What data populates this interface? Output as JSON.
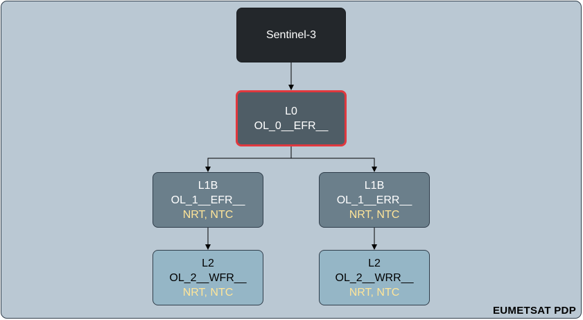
{
  "diagram": {
    "root": {
      "label": "Sentinel-3"
    },
    "l0": {
      "level": "L0",
      "product": "OL_0__EFR__"
    },
    "l1b_left": {
      "level": "L1B",
      "product": "OL_1__EFR__",
      "modes": "NRT, NTC"
    },
    "l1b_right": {
      "level": "L1B",
      "product": "OL_1__ERR__",
      "modes": "NRT, NTC"
    },
    "l2_left": {
      "level": "L2",
      "product": "OL_2__WFR__",
      "modes": "NRT, NTC"
    },
    "l2_right": {
      "level": "L2",
      "product": "OL_2__WRR__",
      "modes": "NRT, NTC"
    },
    "brand": "EUMETSAT PDP",
    "colors": {
      "background": "#bac8d3",
      "root_fill": "#23272b",
      "l0_fill": "#4f5d66",
      "l0_border": "#e0383e",
      "l1b_fill": "#6b7f8b",
      "l2_fill": "#95b6c6",
      "mode_text": "#ffe599"
    }
  }
}
